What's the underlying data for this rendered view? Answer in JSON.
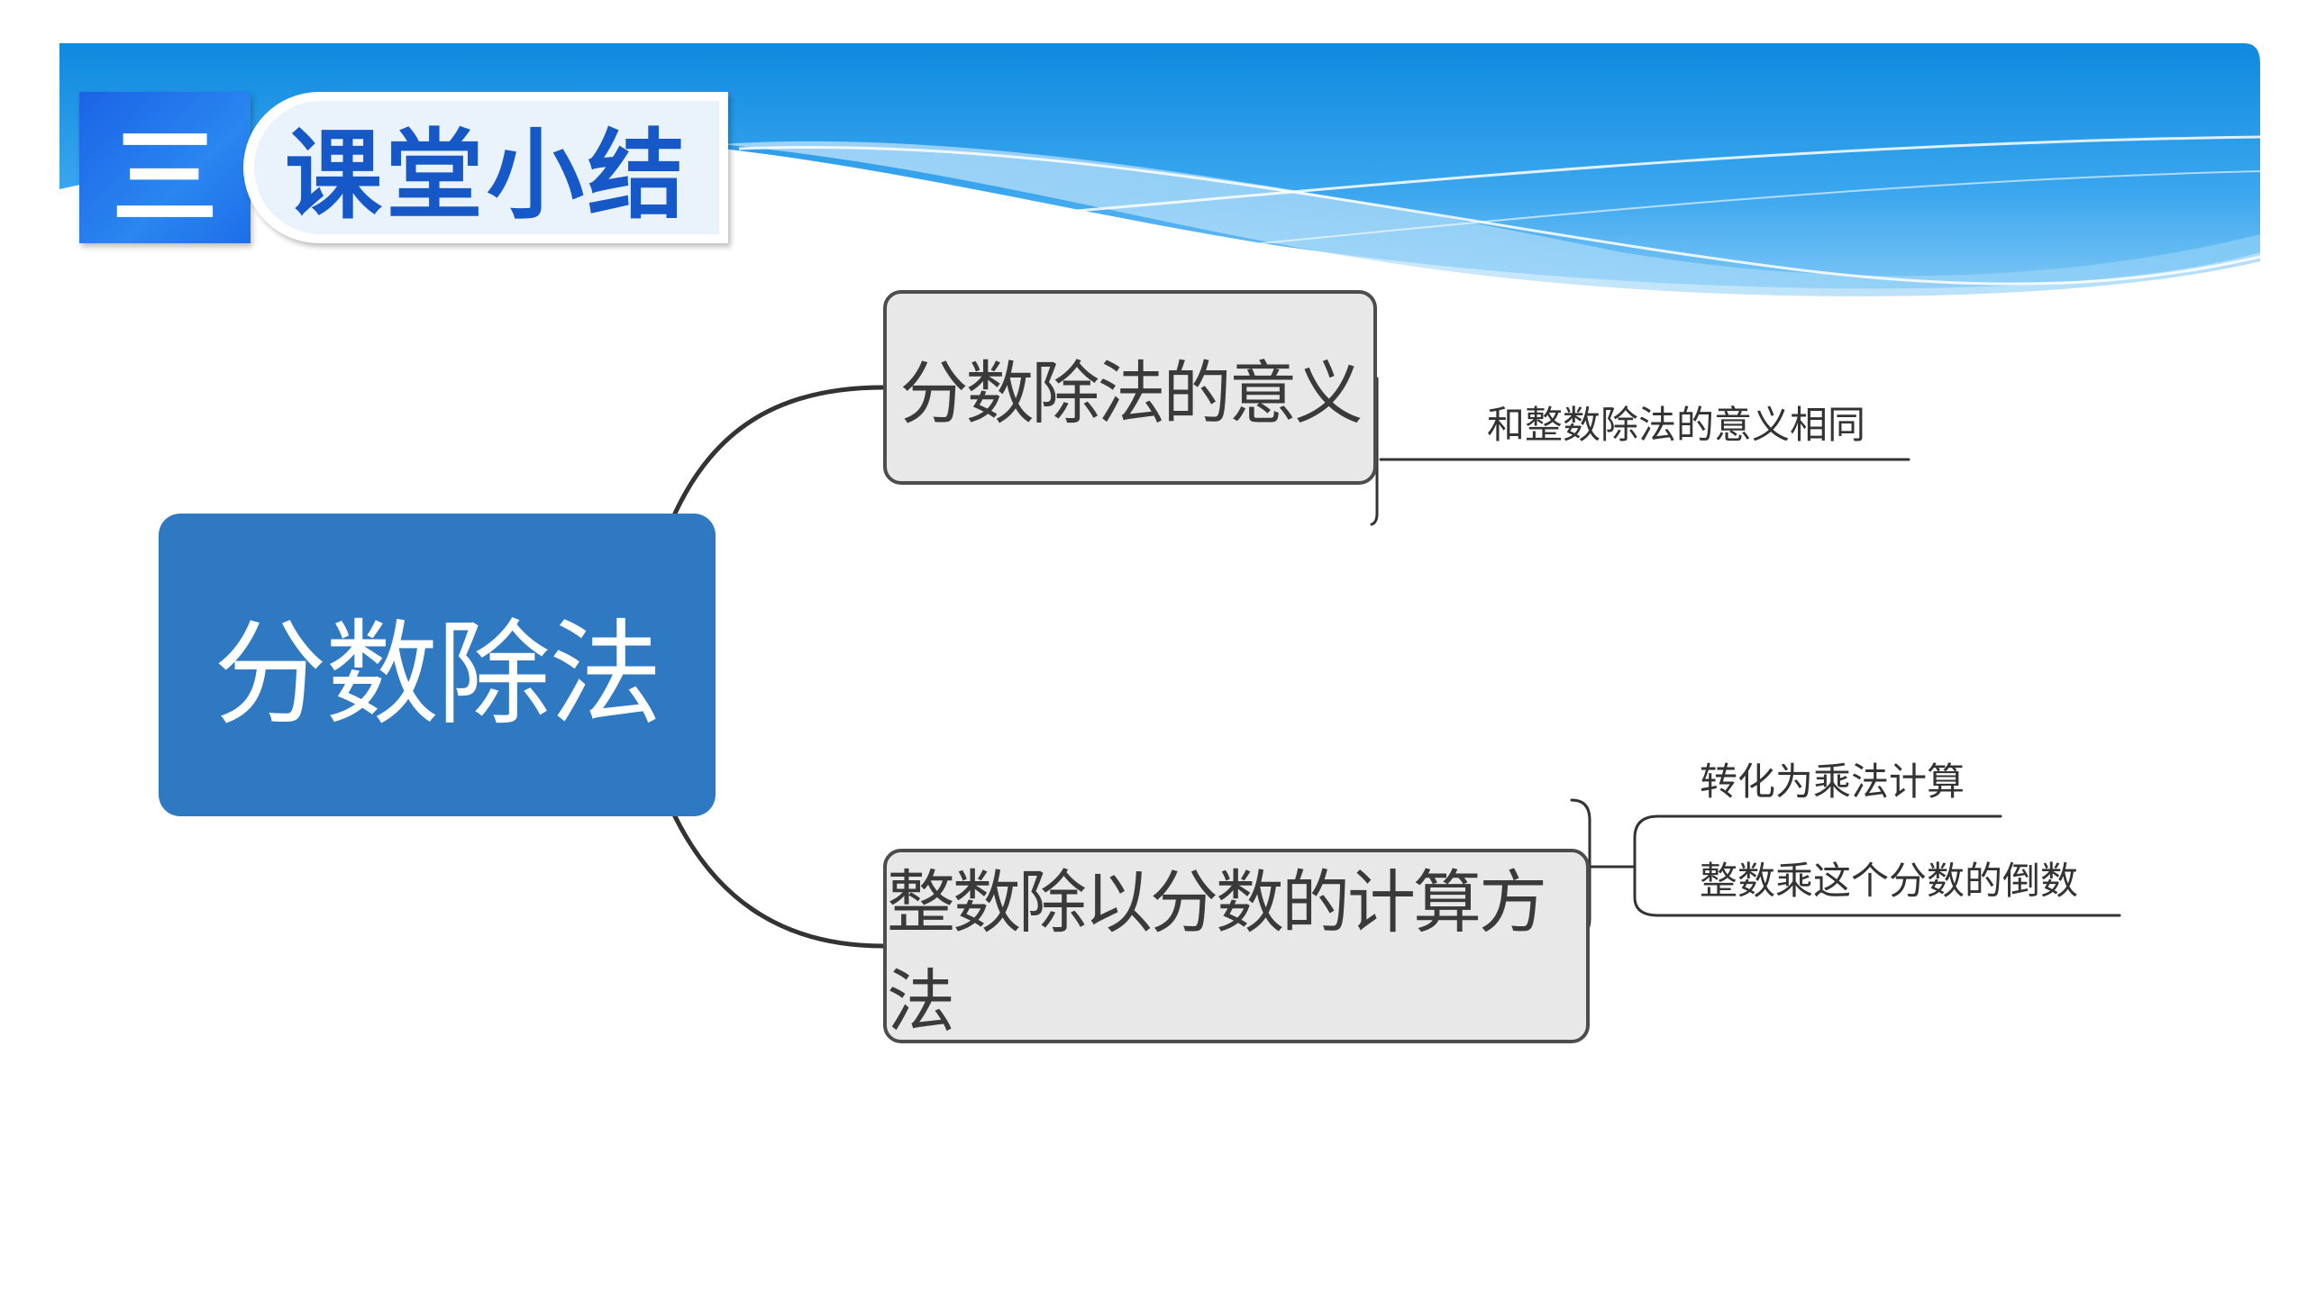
{
  "header": {
    "section_number": "三",
    "section_title": "课堂小结"
  },
  "mindmap": {
    "root": "分数除法",
    "branches": [
      {
        "label": "分数除法的意义",
        "leaves": [
          "和整数除法的意义相同"
        ]
      },
      {
        "label": "整数除以分数的计算方法",
        "leaves": [
          "转化为乘法计算",
          "整数乘这个分数的倒数"
        ]
      }
    ]
  },
  "colors": {
    "banner_blue": "#1a8fe0",
    "badge_blue": "#1e6fe8",
    "title_text": "#1658c8",
    "root_fill": "#2f79c3",
    "branch_fill": "#e8e8e8",
    "line": "#333333"
  }
}
